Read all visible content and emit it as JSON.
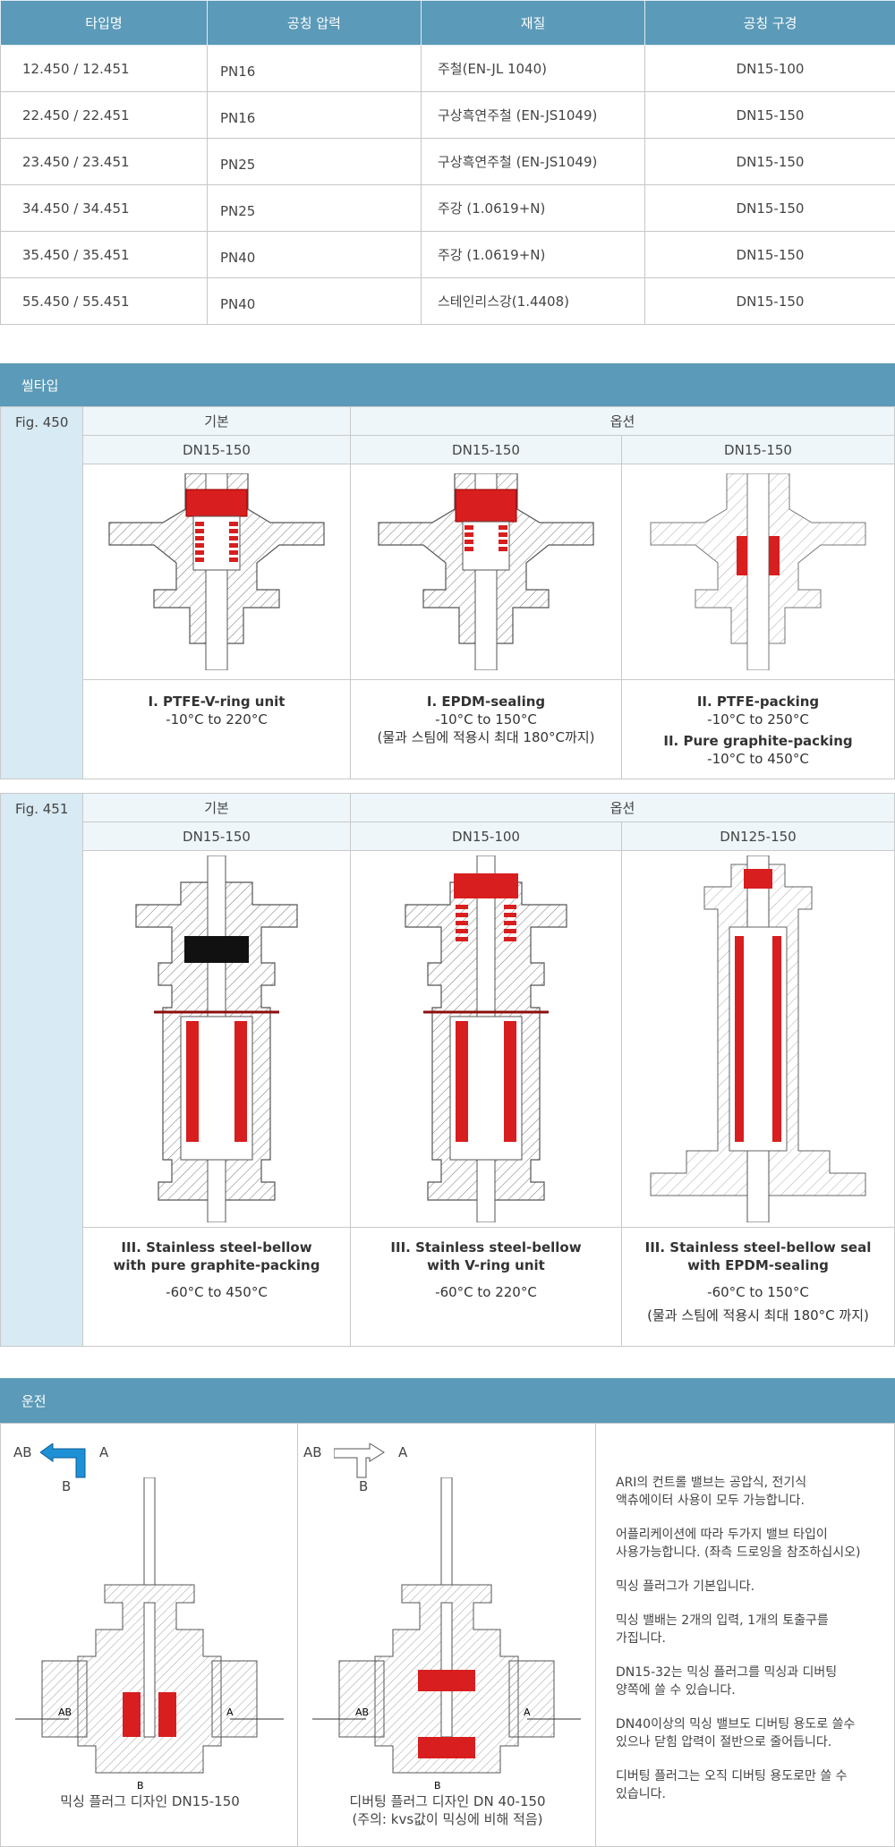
{
  "spec_table": {
    "headers": [
      "타입명",
      "공칭 압력",
      "재질",
      "공칭 구경"
    ],
    "rows": [
      [
        "12.450 / 12.451",
        "PN16",
        "주철(EN-JL 1040)",
        "DN15-100"
      ],
      [
        "22.450 / 22.451",
        "PN16",
        "구상흑연주철 (EN-JS1049)",
        "DN15-150"
      ],
      [
        "23.450 / 23.451",
        "PN25",
        "구상흑연주철 (EN-JS1049)",
        "DN15-150"
      ],
      [
        "34.450 / 34.451",
        "PN25",
        "주강 (1.0619+N)",
        "DN15-150"
      ],
      [
        "35.450 / 35.451",
        "PN40",
        "주강 (1.0619+N)",
        "DN15-150"
      ],
      [
        "55.450 / 55.451",
        "PN40",
        "스테인리스강(1.4408)",
        "DN15-150"
      ]
    ]
  },
  "seal_section": {
    "title": "씰타입",
    "fig450": {
      "label": "Fig. 450",
      "basic": "기본",
      "option": "옵션",
      "sizes": [
        "DN15-150",
        "DN15-150",
        "DN15-150"
      ],
      "captions": [
        {
          "title": "I. PTFE-V-ring unit",
          "line1": "-10°C  to  220°C"
        },
        {
          "title": "I. EPDM-sealing",
          "line1": "-10°C  to  150°C",
          "line2": "(물과 스팀에 적용시 최대 180°C까지)"
        },
        {
          "title": "II. PTFE-packing",
          "line1": "-10°C  to  250°C",
          "title2": "II. Pure graphite-packing",
          "line2": "-10°C  to  450°C"
        }
      ]
    },
    "fig451": {
      "label": "Fig. 451",
      "basic": "기본",
      "option": "옵션",
      "sizes": [
        "DN15-150",
        "DN15-100",
        "DN125-150"
      ],
      "captions": [
        {
          "title1": "III. Stainless steel-bellow",
          "title2": "with pure graphite-packing",
          "line1": "-60°C  to  450°C"
        },
        {
          "title1": "III. Stainless steel-bellow",
          "title2": "with V-ring unit",
          "line1": "-60°C  to  220°C"
        },
        {
          "title1": "III. Stainless steel-bellow seal",
          "title2": "with EPDM-sealing",
          "line1": "-60°C  to  150°C",
          "line2": "(물과 스팀에 적용시 최대 180°C 까지)"
        }
      ]
    }
  },
  "operation_section": {
    "title": "운전",
    "mixing": {
      "ab": "AB",
      "a": "A",
      "b": "B",
      "caption": "믹싱 플러그 디자인 DN15-150"
    },
    "diverting": {
      "ab": "AB",
      "a": "A",
      "b": "B",
      "caption1": "디버팅 플러그 디자인 DN 40-150",
      "caption2": "(주의: kvs값이 믹싱에  비해 적음)"
    },
    "notes": [
      [
        "ARI의 컨트롤 밸브는 공압식, 전기식",
        "액츄에이터 사용이 모두 가능합니다."
      ],
      [
        "어플리케이션에 따라 두가지 밸브 타입이",
        "사용가능합니다. (좌측 드로잉을 참조하십시오)"
      ],
      [
        "믹싱 플러그가 기본입니다."
      ],
      [
        "믹싱 밸배는 2개의 입력, 1개의 토출구를",
        "가집니다."
      ],
      [
        "DN15-32는 믹싱 플러그를 믹싱과 디버팅",
        "양쪽에 쓸 수 있습니다."
      ],
      [
        "DN40이상의 믹싱 밸브도 디버팅 용도로 쓸수",
        "있으나 닫힘 압력이 절반으로 줄어듭니다."
      ],
      [
        "디버팅 플러그는 오직 디버팅 용도로만 쓸 수",
        "있습니다."
      ]
    ]
  },
  "colors": {
    "accent": "#5b9ab8",
    "side": "#d8eaf3",
    "header": "#eef6fa",
    "seal_red": "#d81e1e"
  },
  "icons": [
    "flow-arrow-blue-icon",
    "flow-arrow-outline-icon"
  ]
}
